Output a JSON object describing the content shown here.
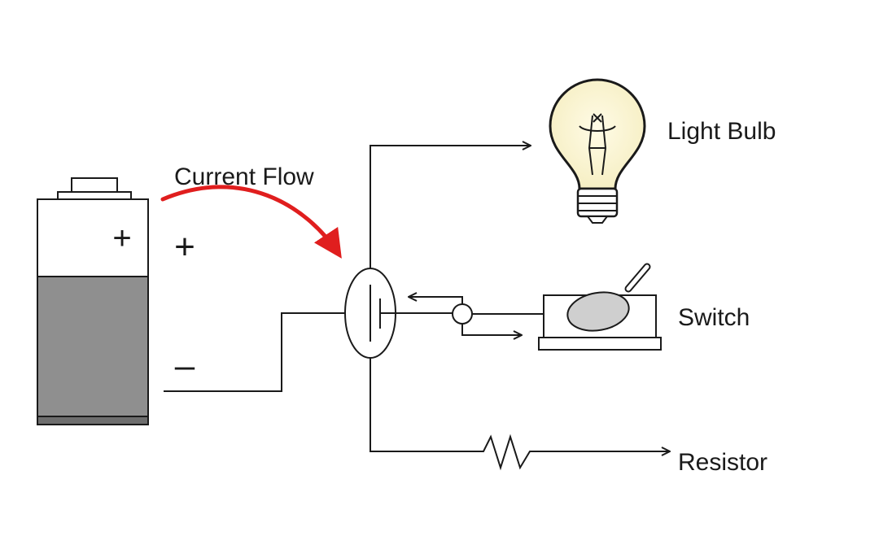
{
  "labels": {
    "current_flow": "Current Flow",
    "light_bulb": "Light Bulb",
    "switch": "Switch",
    "resistor": "Resistor"
  },
  "battery": {
    "positive_mark_on_cell": "+",
    "positive_terminal": "+",
    "negative_terminal": "–"
  },
  "colors": {
    "current_arrow": "#e01e1e",
    "wire": "#1a1a1a",
    "battery_fill": "#8f8f8f",
    "bulb_glow": "#fbf6d2",
    "switch_lever": "#cfcfcf"
  },
  "icons": {
    "battery": "battery-icon",
    "light_bulb": "light-bulb-icon",
    "switch": "toggle-switch-icon",
    "resistor": "resistor-zigzag-icon",
    "junction": "junction-capsule-icon"
  }
}
